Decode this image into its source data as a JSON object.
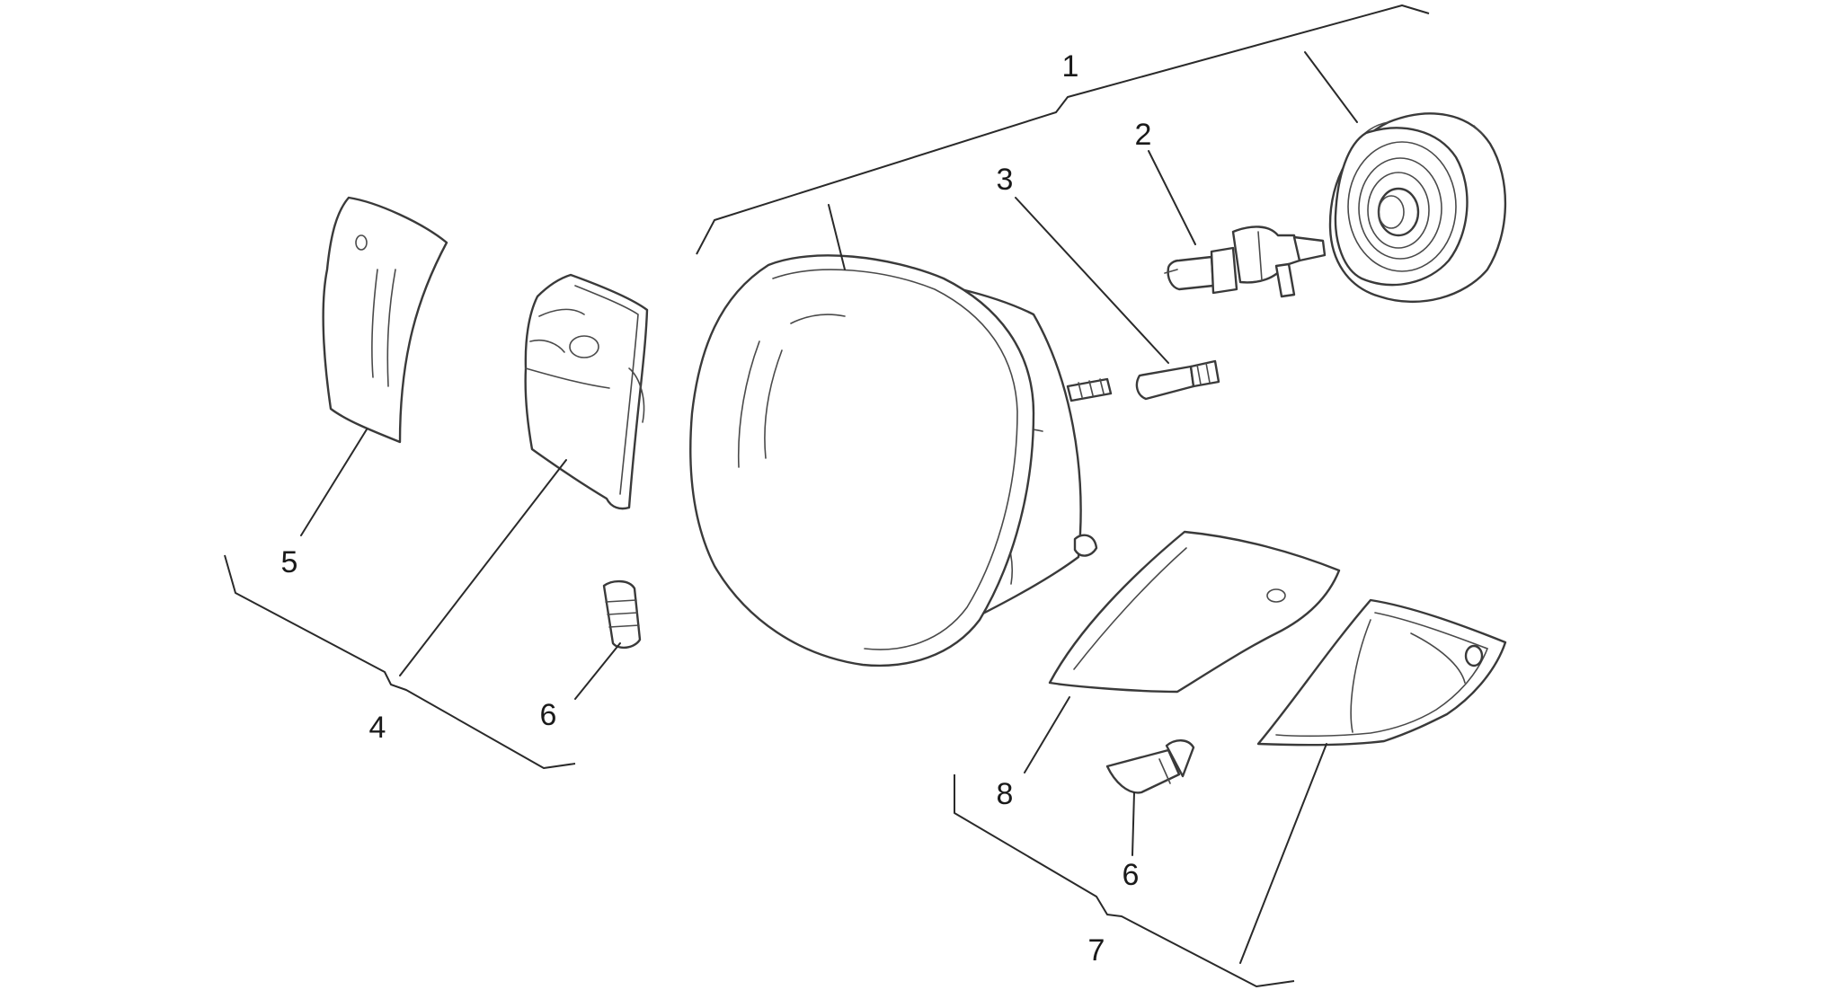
{
  "diagram": {
    "callouts": [
      {
        "id": "c1",
        "label": "1"
      },
      {
        "id": "c2",
        "label": "2"
      },
      {
        "id": "c3",
        "label": "3"
      },
      {
        "id": "c4",
        "label": "4"
      },
      {
        "id": "c5",
        "label": "5"
      },
      {
        "id": "c6a",
        "label": "6"
      },
      {
        "id": "c6b",
        "label": "6"
      },
      {
        "id": "c7",
        "label": "7"
      },
      {
        "id": "c8",
        "label": "8"
      }
    ]
  },
  "colors": {
    "background": "#ffffff",
    "line": "#3a3a3a"
  }
}
